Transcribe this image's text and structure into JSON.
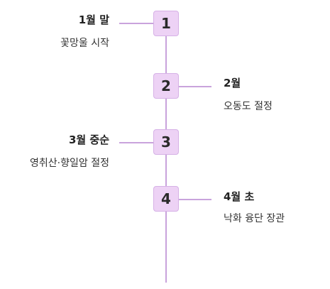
{
  "timeline": {
    "events": [
      {
        "number": "1",
        "title": "1월 말",
        "description": "꽃망울 시작",
        "side": "left"
      },
      {
        "number": "2",
        "title": "2월",
        "description": "오동도 절정",
        "side": "right"
      },
      {
        "number": "3",
        "title": "3월 중순",
        "description": "영취산·향일암 절정",
        "side": "left"
      },
      {
        "number": "4",
        "title": "4월 초",
        "description": "낙화 융단 장관",
        "side": "right"
      }
    ]
  },
  "colors": {
    "line": "#c9a3dc",
    "node_fill": "#edd2f5",
    "node_border": "#d6b1e6"
  }
}
